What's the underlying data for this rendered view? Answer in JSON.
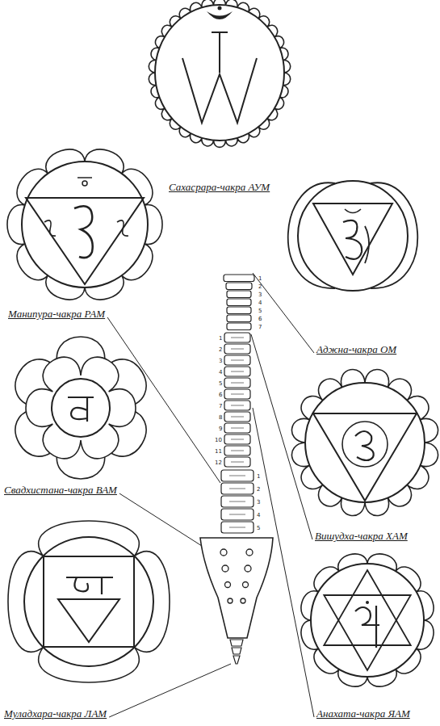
{
  "diagram": {
    "nodes": [
      {
        "text": [
          "Сахасрара-чакра АУМ"
        ]
      },
      {
        "text": [
          "Манипура-чакра РАМ"
        ]
      },
      {
        "text": [
          "Аджна-чакра ОМ"
        ]
      },
      {
        "text": [
          "Свадхистана-чакра ВАМ"
        ]
      },
      {
        "text": [
          "Вишудха-чакра ХАМ"
        ]
      },
      {
        "text": [
          "Муладхара-чакра ЛАМ"
        ]
      },
      {
        "text": [
          "Анахата-чакра ЯАМ"
        ]
      }
    ],
    "labels": [
      "1",
      "2",
      "3",
      "4",
      "5",
      "6",
      "7",
      "1",
      "2",
      "3",
      "4",
      "5",
      "6",
      "7",
      "8",
      "9",
      "10",
      "11",
      "12",
      "1",
      "2",
      "3",
      "4",
      "5"
    ]
  }
}
